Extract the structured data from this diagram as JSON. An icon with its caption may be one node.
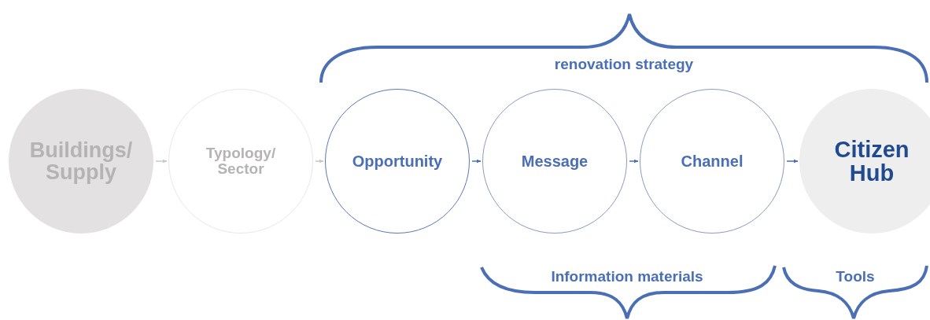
{
  "diagram": {
    "nodes": [
      {
        "text": [
          "Buildings/ Supply"
        ]
      },
      {
        "text": [
          "Typology/ Sector"
        ]
      },
      {
        "text": [
          "Opportunity"
        ]
      },
      {
        "text": [
          "Message"
        ]
      },
      {
        "text": [
          "Channel"
        ]
      },
      {
        "text": [
          "Citizen Hub"
        ]
      }
    ],
    "edges": [
      {
        "from": 0,
        "to": 1,
        "arrow": "to",
        "color": "#c8c8c8"
      },
      {
        "from": 1,
        "to": 2,
        "arrow": "to",
        "color": "#c8c8c8"
      },
      {
        "from": 2,
        "to": 3,
        "arrow": "to"
      },
      {
        "from": 3,
        "to": 4,
        "arrow": "to"
      },
      {
        "from": 4,
        "to": 5,
        "arrow": "to"
      }
    ],
    "labels": [
      "renovation strategy",
      "Information materials",
      "Tools"
    ]
  }
}
